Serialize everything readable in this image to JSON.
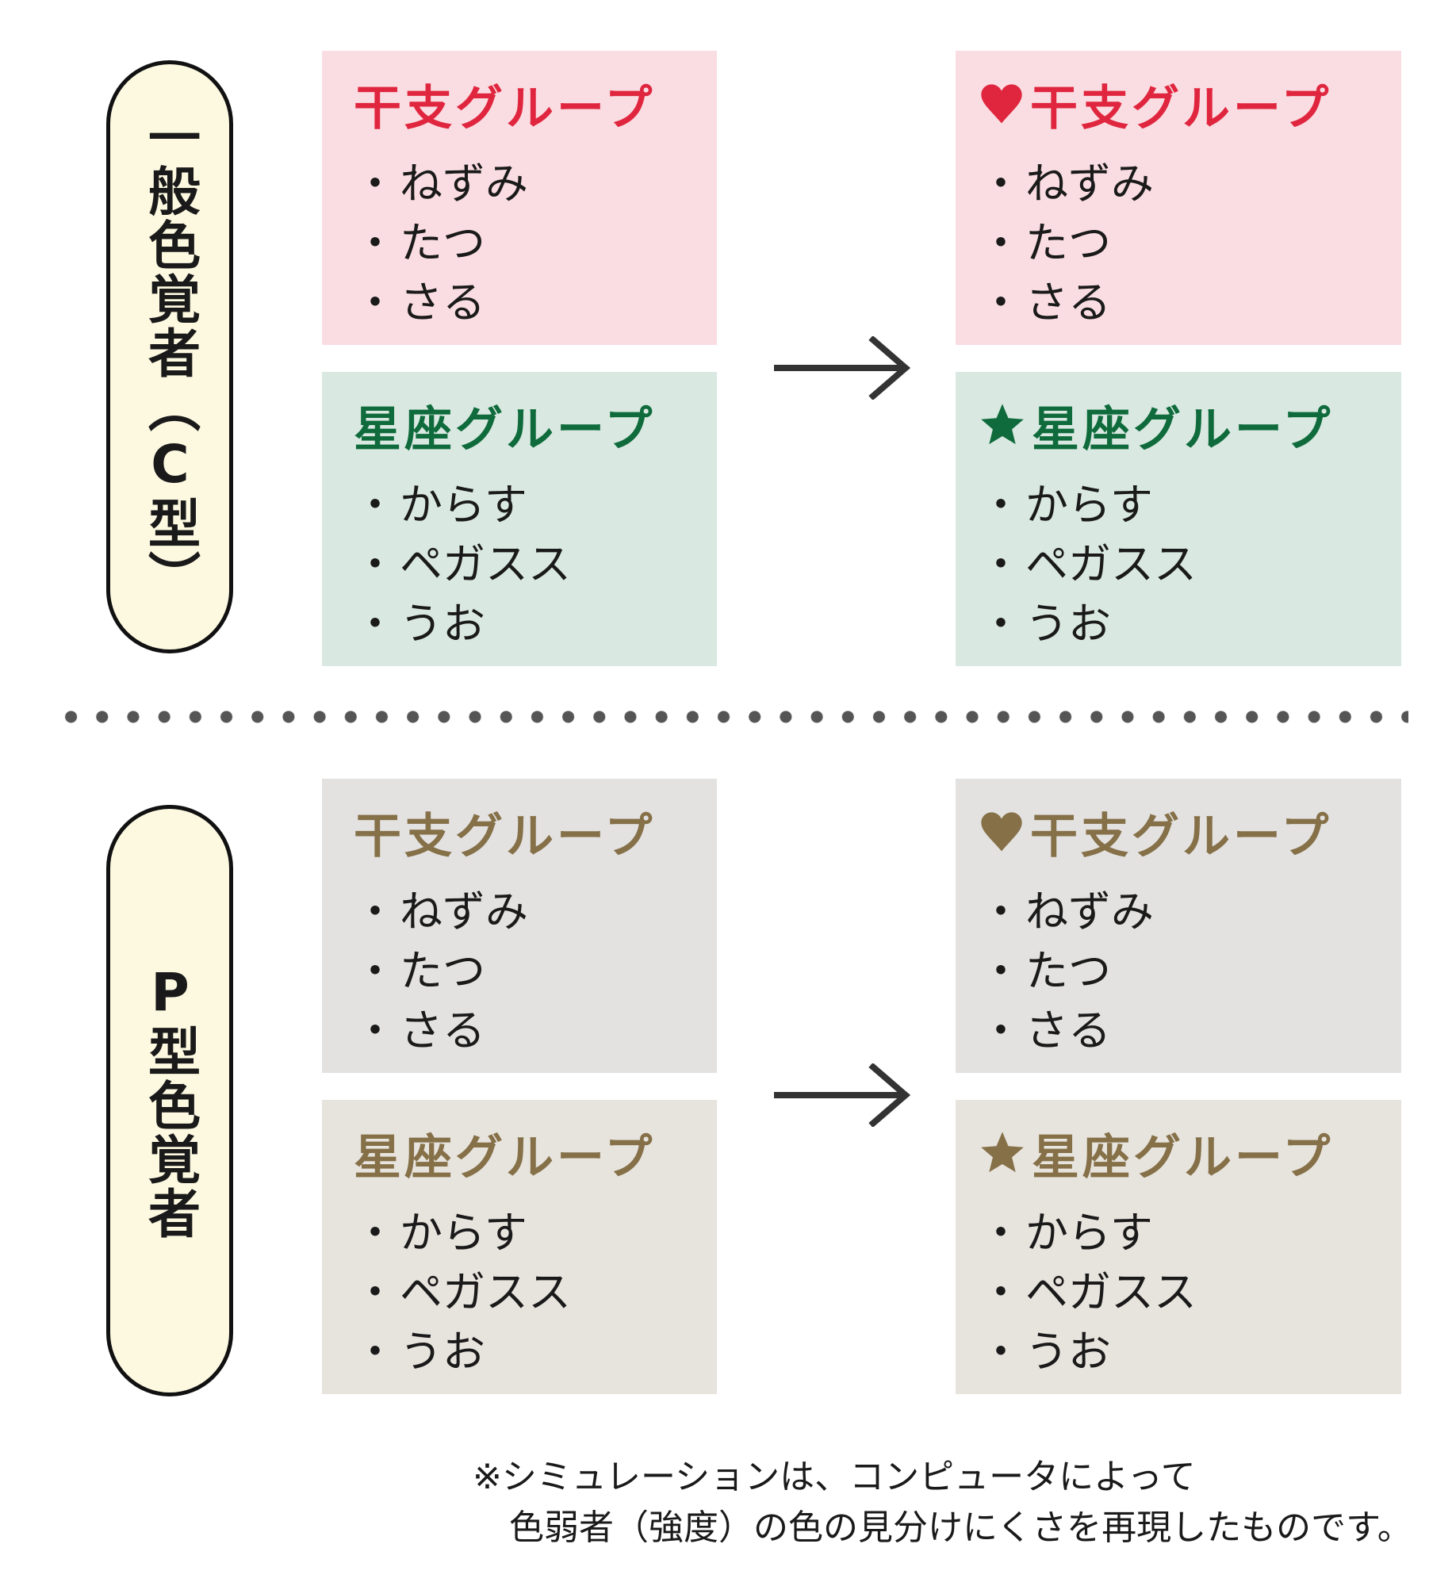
{
  "colors": {
    "pink_bg": "#fadde2",
    "red": "#e0263f",
    "green_bg": "#d9e8e1",
    "green": "#0f6b3b",
    "gray_bg_top": "#e3e2e1",
    "gray_bg_bottom": "#e7e3dd",
    "brown": "#857048",
    "pill_bg": "#fdf9e1"
  },
  "sections": [
    {
      "label": "一般色覚者（C型）",
      "left": [
        {
          "title": "干支グループ",
          "items": [
            "ねずみ",
            "たつ",
            "さる"
          ]
        },
        {
          "title": "星座グループ",
          "items": [
            "からす",
            "ペガスス",
            "うお"
          ]
        }
      ],
      "right": [
        {
          "icon": "heart-icon",
          "title": "干支グループ",
          "items": [
            "ねずみ",
            "たつ",
            "さる"
          ]
        },
        {
          "icon": "star-icon",
          "title": "星座グループ",
          "items": [
            "からす",
            "ペガスス",
            "うお"
          ]
        }
      ]
    },
    {
      "label": "P型色覚者",
      "left": [
        {
          "title": "干支グループ",
          "items": [
            "ねずみ",
            "たつ",
            "さる"
          ]
        },
        {
          "title": "星座グループ",
          "items": [
            "からす",
            "ペガスス",
            "うお"
          ]
        }
      ],
      "right": [
        {
          "icon": "heart-icon",
          "title": "干支グループ",
          "items": [
            "ねずみ",
            "たつ",
            "さる"
          ]
        },
        {
          "icon": "star-icon",
          "title": "星座グループ",
          "items": [
            "からす",
            "ペガスス",
            "うお"
          ]
        }
      ]
    }
  ],
  "bullet": "・",
  "footnote": {
    "line1": "※シミュレーションは、コンピュータによって",
    "line2": "色弱者（強度）の色の見分けにくさを再現したものです。"
  }
}
